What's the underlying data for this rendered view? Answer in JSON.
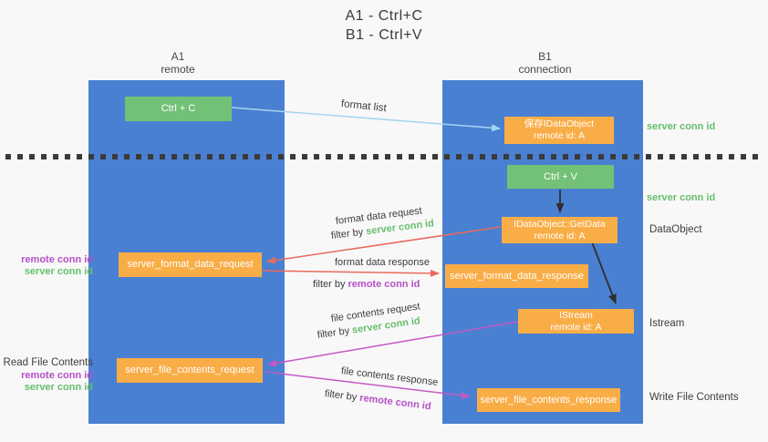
{
  "title": {
    "line1": "A1 - Ctrl+C",
    "line2": "B1 - Ctrl+V"
  },
  "lanes": {
    "left": {
      "name": "A1",
      "role": "remote"
    },
    "right": {
      "name": "B1",
      "role": "connection"
    }
  },
  "nodes": {
    "ctrl_c": "Ctrl + C",
    "save_dataobject": {
      "line1": "保存IDataObject",
      "line2": "remote id: A"
    },
    "ctrl_v": "Ctrl + V",
    "getdata": {
      "line1": "IDataObject::GetData",
      "line2": "remote id: A"
    },
    "format_request": "server_format_data_request",
    "format_response": "server_format_data_response",
    "istream": {
      "line1": "IStream",
      "line2": "remote id: A"
    },
    "file_request": "server_file_contents_request",
    "file_response": "server_file_contents_response"
  },
  "edge_labels": {
    "format_list": "format list",
    "format_data_request": "format data request",
    "format_data_response": "format data response",
    "file_contents_request": "file contents request",
    "file_contents_response": "file contents response",
    "filter_prefix": "filter by ",
    "server_conn_id": "server conn id",
    "remote_conn_id": "remote conn id"
  },
  "side_labels": {
    "right": {
      "server_conn_id_1": "server conn id",
      "server_conn_id_2": "server conn id",
      "dataobject": "DataObject",
      "istream": "Istream",
      "write_file_contents": "Write File Contents"
    },
    "left": {
      "remote_conn_id_1": "remote conn id",
      "server_conn_id_1": "server conn id",
      "read_file_contents": "Read File Contents",
      "remote_conn_id_2": "remote conn id",
      "server_conn_id_2": "server conn id"
    }
  },
  "colors": {
    "pillar_blue": "#4a80d2",
    "node_green": "#73c177",
    "node_orange": "#f9ad47",
    "label_green": "#66bf6d",
    "label_purple": "#b450c8",
    "arrow_red": "#e96a5d",
    "arrow_magenta": "#c558c5",
    "arrow_light_blue": "#a5d5f2",
    "arrow_black": "#2f2f2f",
    "background": "#f8f8f8"
  }
}
